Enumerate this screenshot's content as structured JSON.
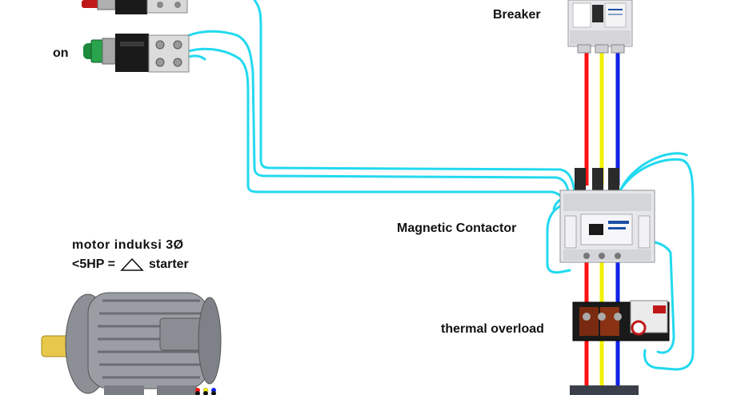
{
  "labels": {
    "on": "on",
    "breaker": "Breaker",
    "magnetic_contactor": "Magnetic Contactor",
    "thermal_overload": "thermal overload",
    "motor_line1": "motor  induksi  3Ø",
    "motor_line2_left": "<5HP =",
    "motor_line2_right": "starter"
  },
  "colors": {
    "control_wire": "#22d9f0",
    "phase_red": "#ff1010",
    "phase_yellow": "#f2f200",
    "phase_blue": "#1020e8",
    "device_body": "#e7e7ea",
    "motor_body": "#9a9ea4",
    "motor_shaft": "#e8c84a"
  },
  "components": [
    "push-button-stop",
    "push-button-on",
    "breaker",
    "magnetic-contactor",
    "thermal-overload",
    "three-phase-motor"
  ]
}
